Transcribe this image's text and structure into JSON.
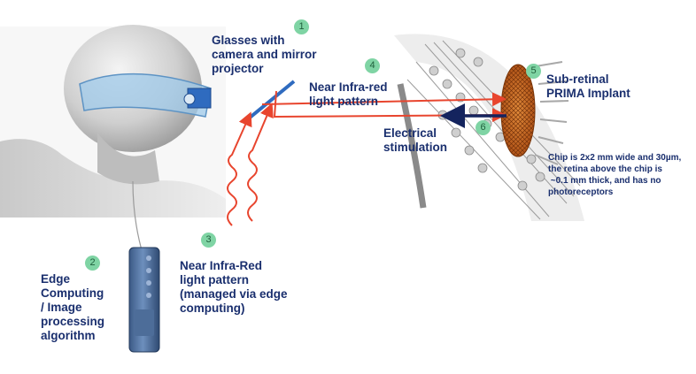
{
  "labels": {
    "glasses": [
      "Glasses with",
      "camera and mirror",
      "projector"
    ],
    "edge": [
      "Edge",
      "Computing",
      "/ Image",
      "processing",
      "algorithm"
    ],
    "nir_pattern": [
      "Near Infra-Red",
      "light pattern",
      "(managed via edge",
      "computing)"
    ],
    "nir_light": [
      "Near Infra-red",
      "light pattern"
    ],
    "electrical": [
      "Electrical",
      "stimulation"
    ],
    "implant": [
      "Sub-retinal",
      "PRIMA Implant"
    ],
    "chip_note": [
      "Chip is 2x2 mm wide and 30µm,",
      "the retina above the chip is",
      " ~0.1 mm thick, and has no",
      "photoreceptors"
    ]
  },
  "badges": [
    "1",
    "2",
    "3",
    "4",
    "5",
    "6"
  ],
  "colors": {
    "label_text": "#1a2f6e",
    "badge_fill": "#7fd4a4",
    "light_path": "#e8452e",
    "stimulation_arrow": "#14245e",
    "implant": "#c8641e",
    "mirror": "#2f6bbf"
  },
  "icons": [
    "head-with-glasses-illustration",
    "edge-computing-device",
    "retina-cross-section",
    "prima-implant-chip",
    "mirror-projector"
  ]
}
